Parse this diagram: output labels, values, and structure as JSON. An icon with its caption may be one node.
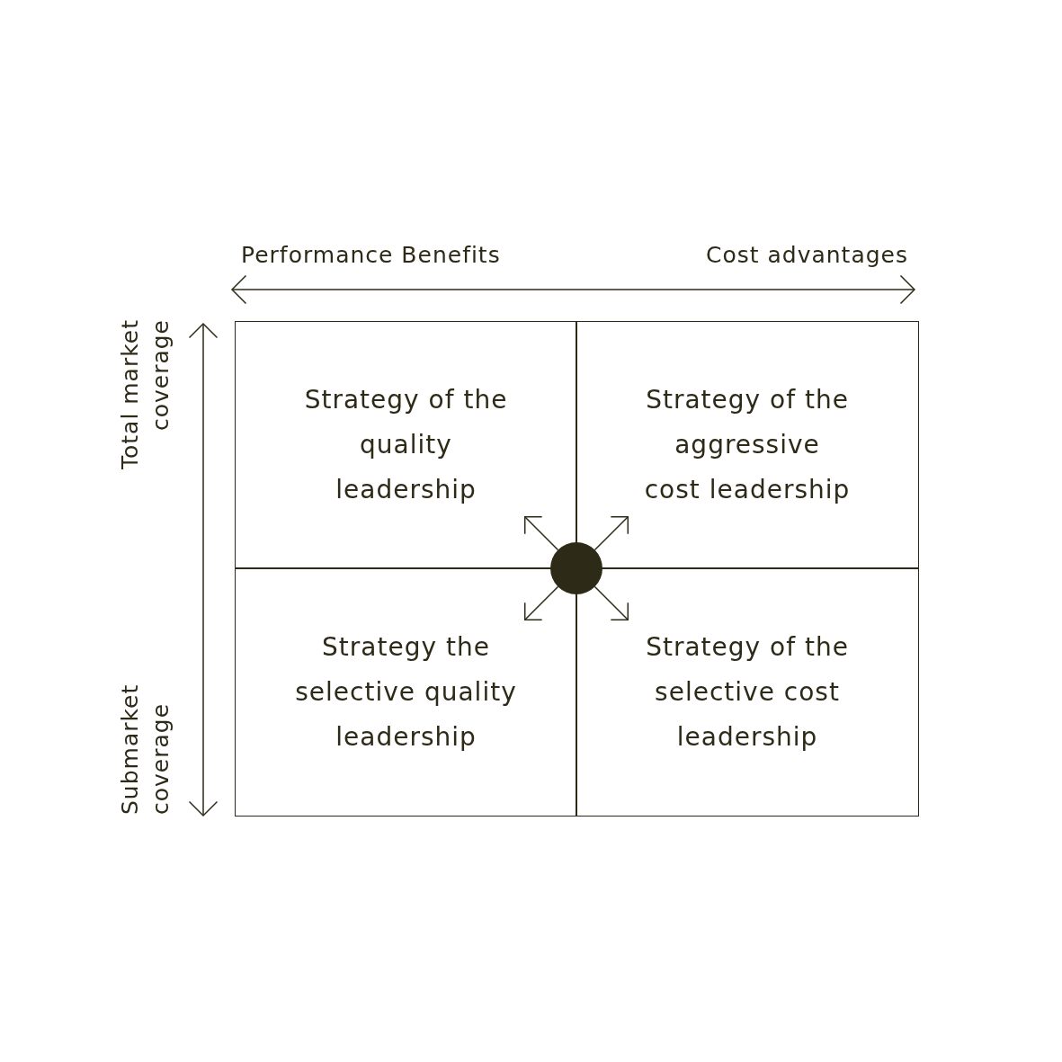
{
  "diagram": {
    "nodes": [
      {
        "text": [
          "Strategy of the quality leadership"
        ]
      },
      {
        "text": [
          "Strategy of the aggressive cost leadership"
        ]
      },
      {
        "text": [
          "Strategy the selective quality leadership"
        ]
      },
      {
        "text": [
          "Strategy of the selective cost leadership"
        ]
      },
      {
        "text": [],
        "shape": "circle"
      }
    ],
    "edges": [
      {
        "from": 4,
        "to": 0,
        "arrow": "to"
      },
      {
        "from": 4,
        "to": 1,
        "arrow": "to"
      },
      {
        "from": 4,
        "to": 2,
        "arrow": "to"
      },
      {
        "from": 4,
        "to": 3,
        "arrow": "to"
      }
    ],
    "labels": [
      "Performance Benefits",
      "Cost advantages",
      "Total market coverage",
      "Submarket coverage"
    ]
  }
}
